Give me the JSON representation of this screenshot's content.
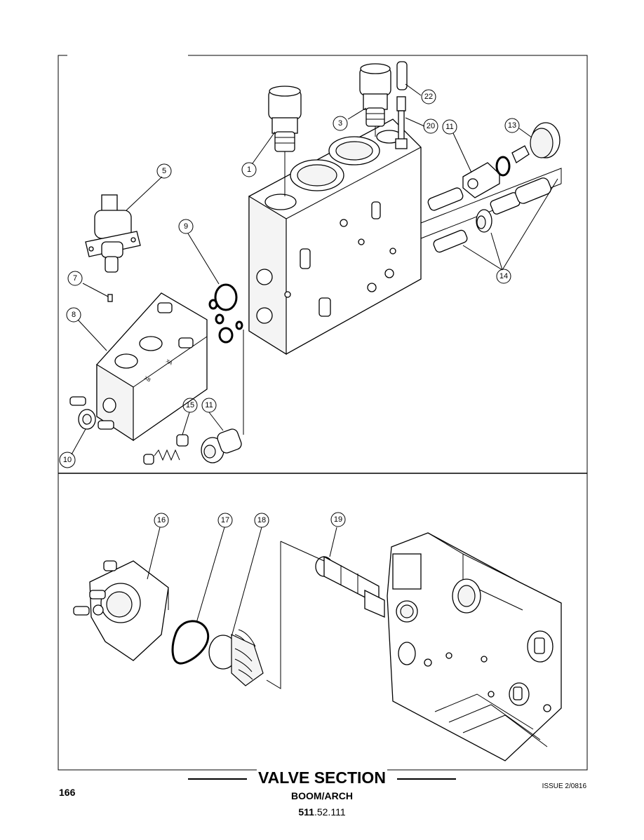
{
  "callouts": {
    "c1": "1",
    "c3": "3",
    "c5": "5",
    "c7": "7",
    "c8": "8",
    "c9": "9",
    "c10": "10",
    "c11a": "11",
    "c11b": "11",
    "c13": "13",
    "c14": "14",
    "c15": "15",
    "c16": "16",
    "c17": "17",
    "c18": "18",
    "c19": "19",
    "c20": "20",
    "c22": "22"
  },
  "block_marks": {
    "xb": "XB",
    "xa": "XA"
  },
  "footer": {
    "title": "VALVE SECTION",
    "subtitle": "BOOM/ARCH",
    "part_number_bold": "511",
    "part_number_rest": ".52.111",
    "page_number": "166",
    "issue": "ISSUE 2/0816"
  }
}
